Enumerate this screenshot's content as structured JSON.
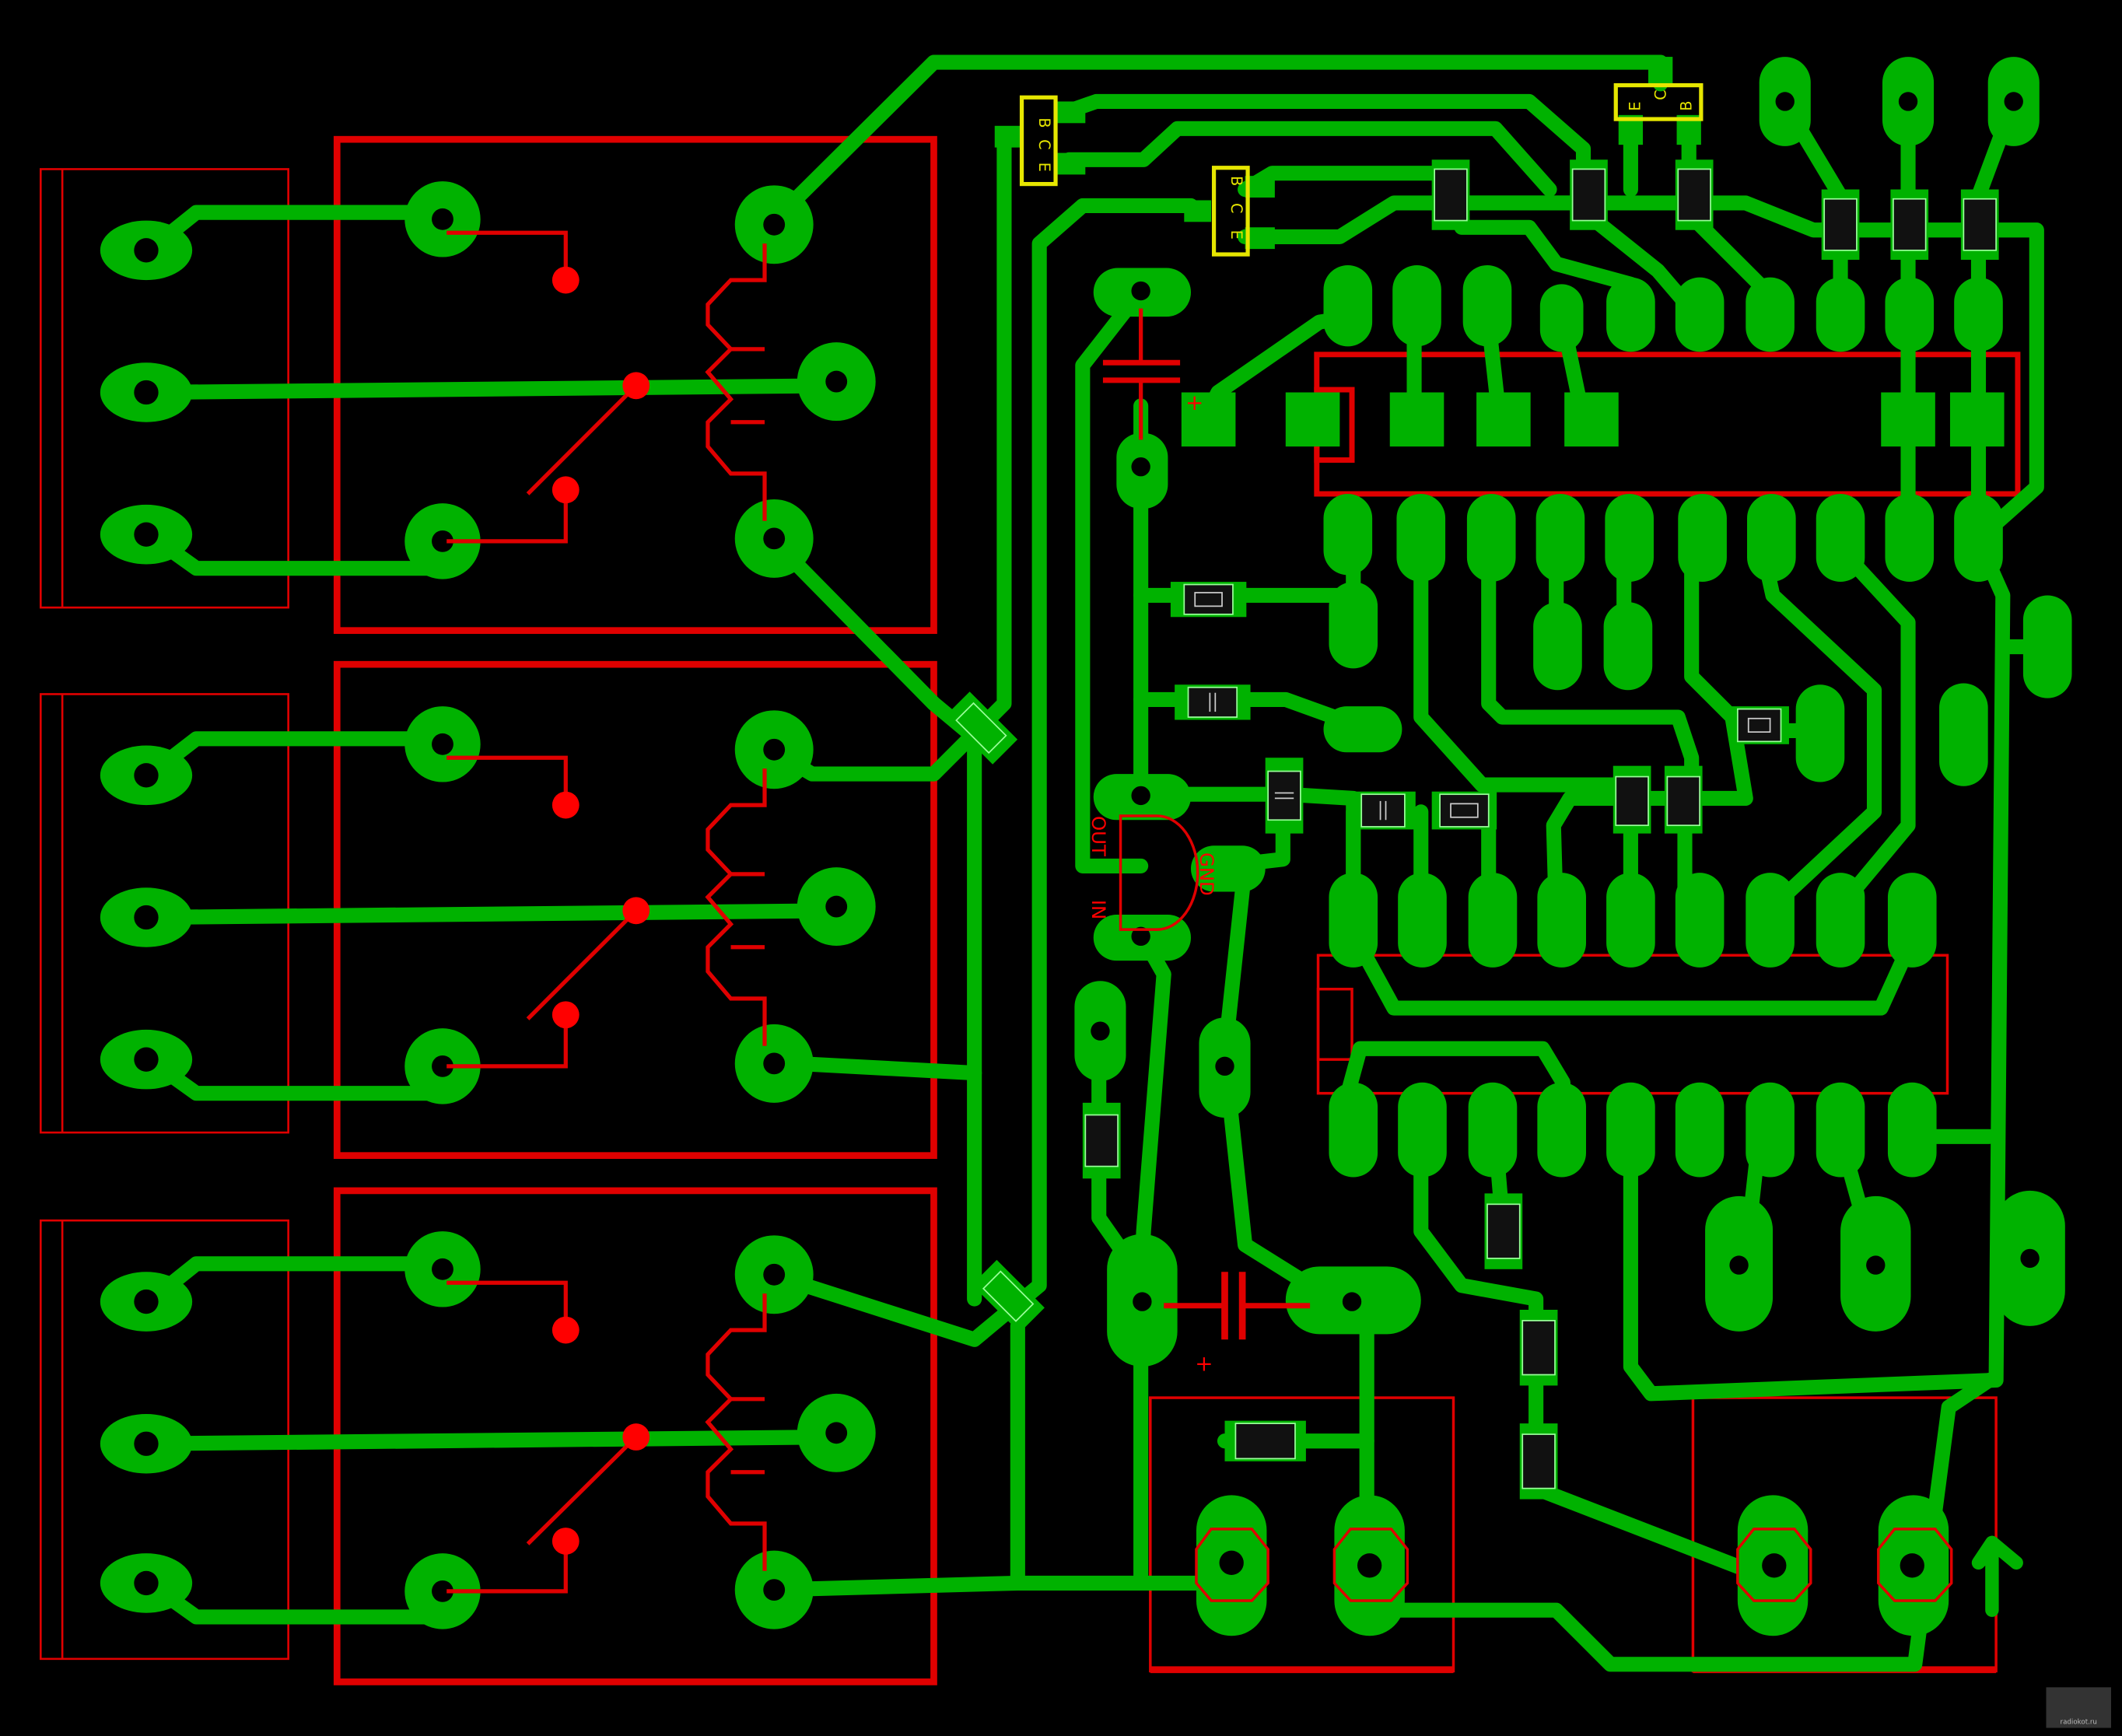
{
  "board": {
    "background": "#000000",
    "copper_color": "#00b200",
    "silkscreen_color": "#e00000",
    "transistor_outline_color": "#e6e600"
  },
  "transistors": [
    {
      "id": "q-left",
      "pins": [
        "B",
        "C",
        "E"
      ]
    },
    {
      "id": "q-mid",
      "pins": [
        "B",
        "C",
        "E"
      ]
    },
    {
      "id": "q-top",
      "pins": [
        "E",
        "C",
        "B"
      ]
    }
  ],
  "regulator": {
    "pins": [
      "OUT",
      "GND",
      "IN"
    ]
  },
  "polarity_marks": [
    "+",
    "+"
  ],
  "watermark": "radiokot.ru"
}
